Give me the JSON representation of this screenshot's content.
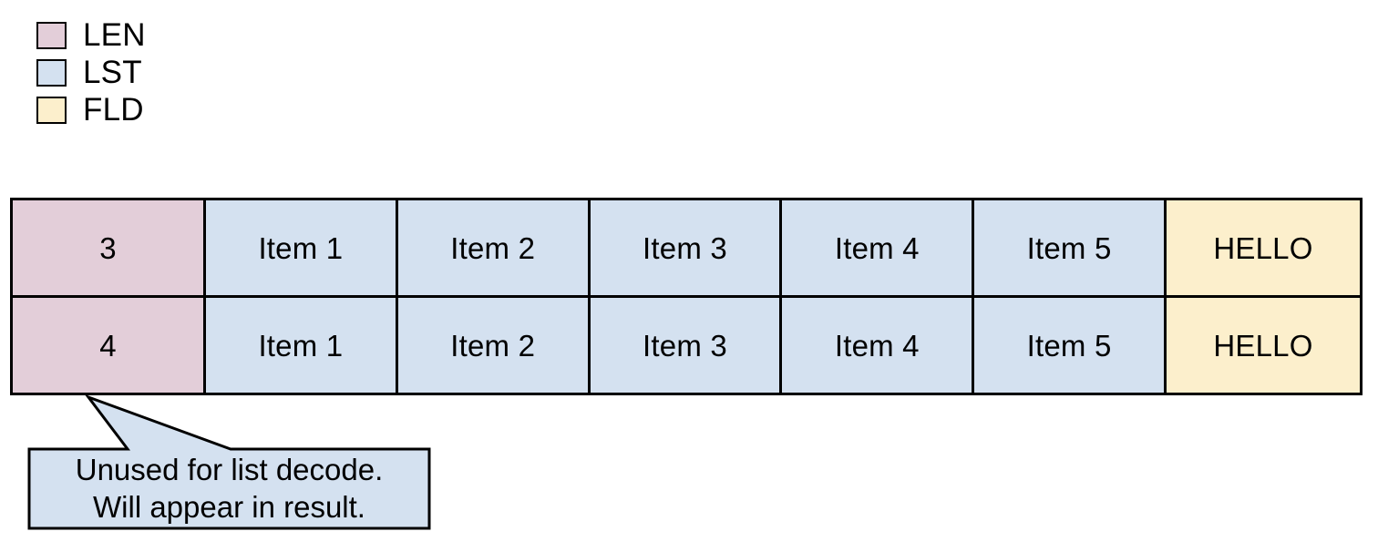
{
  "legend": {
    "items": [
      {
        "label": "LEN",
        "color": "#e3ced9",
        "swatch_icon": "color-swatch-icon"
      },
      {
        "label": "LST",
        "color": "#d4e1f0",
        "swatch_icon": "color-swatch-icon"
      },
      {
        "label": "FLD",
        "color": "#fcefcc",
        "swatch_icon": "color-swatch-icon"
      }
    ]
  },
  "table": {
    "rows": [
      {
        "len": "3",
        "list": [
          "Item 1",
          "Item 2",
          "Item 3",
          "Item 4",
          "Item 5"
        ],
        "field": "HELLO"
      },
      {
        "len": "4",
        "list": [
          "Item 1",
          "Item 2",
          "Item 3",
          "Item 4",
          "Item 5"
        ],
        "field": "HELLO"
      }
    ]
  },
  "callout": {
    "line1": "Unused for list decode.",
    "line2": "Will appear in result.",
    "fill": "#d4e1f0",
    "stroke": "#000000"
  },
  "colors": {
    "len": "#e3ced9",
    "lst": "#d4e1f0",
    "fld": "#fcefcc",
    "border": "#000000",
    "background": "#ffffff",
    "text": "#000000"
  }
}
